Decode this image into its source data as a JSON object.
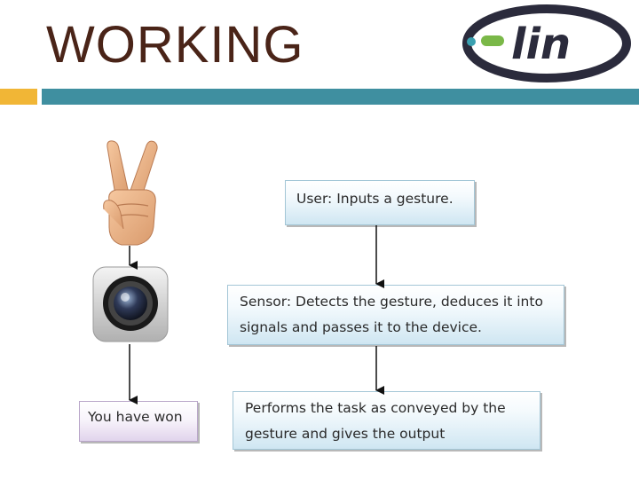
{
  "slide": {
    "title": "WORKING"
  },
  "logo": {
    "text": "lin",
    "colors": {
      "teal": "#3aa0b0",
      "green": "#7ab848",
      "dark": "#2b2b3c"
    }
  },
  "flow": {
    "user_box": "User: Inputs a gesture.",
    "sensor_box": {
      "line1": "Sensor: Detects the gesture, deduces it into",
      "line2": "signals and passes it to the device."
    },
    "output_box": {
      "line1": "Performs the task as conveyed by the",
      "line2": "gesture and gives the output"
    },
    "won_box": "You have won"
  },
  "icons": {
    "hand": "victory-hand-icon",
    "camera": "camera-lens-icon"
  },
  "colors": {
    "title": "#4a2418",
    "accent": "#f1b636",
    "header_bar": "#3f8fa0",
    "box_border": "#a3c6d6",
    "won_border": "#b9a6c9"
  }
}
